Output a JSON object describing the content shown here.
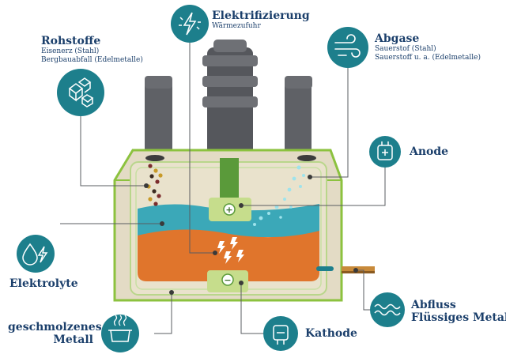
{
  "labels": {
    "rohstoffe": {
      "title": "Rohstoffe",
      "lines": [
        "Eisenerz (Stahl)",
        "Bergbauabfall (Edelmetalle)"
      ]
    },
    "elektrifizierung": {
      "title": "Elektrifizierung",
      "subtitle": "Wärmezufuhr"
    },
    "abgase": {
      "title": "Abgase",
      "lines": [
        "Sauerstof (Stahl)",
        "Sauerstoff u. a. (Edelmetalle)"
      ]
    },
    "anode": {
      "title": "Anode"
    },
    "elektrolyte": {
      "title": "Elektrolyte"
    },
    "geschmolzenes": {
      "line1": "geschmolzenes",
      "line2": "Metall"
    },
    "kathode": {
      "title": "Kathode"
    },
    "abfluss": {
      "line1": "Abfluss",
      "line2": "Flüssiges Metall"
    }
  },
  "symbols": {
    "plus": "+",
    "minus": "−"
  },
  "icons": [
    "ice-cubes-icon",
    "lightning-icon",
    "wind-icon",
    "battery-plus-icon",
    "water-drop-bolt-icon",
    "pot-steam-icon",
    "battery-minus-icon",
    "metal-wave-icon"
  ],
  "colors": {
    "icon_teal": "#1d7f8c",
    "frame_green": "#8cc23f",
    "electrolyte": "#3ba8b8",
    "molten_metal": "#e0752c",
    "electrode_green": "#c6dd8c",
    "pipe_gray": "#5a5c61",
    "label_navy": "#1b3f6b"
  }
}
